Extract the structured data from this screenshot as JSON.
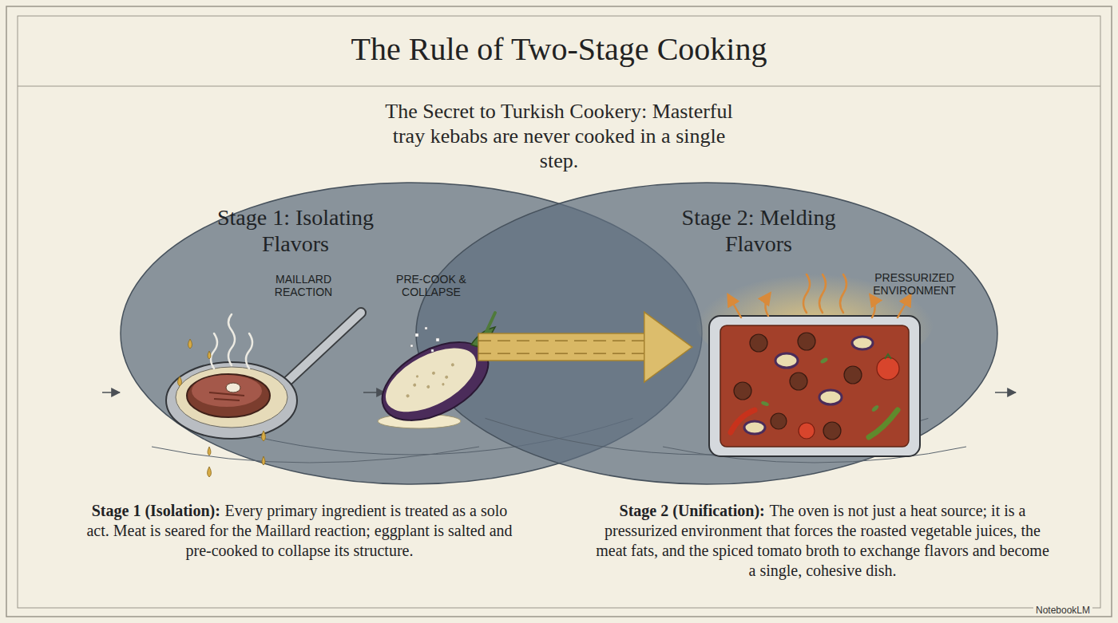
{
  "diagram": {
    "title": "The Rule of Two-Stage Cooking",
    "nodes": [
      {
        "text": [
          "Stage 1: Isolating Flavors"
        ]
      },
      {
        "text": [
          "Stage 2: Melding Flavors"
        ]
      }
    ],
    "edges": [
      {
        "from": 0,
        "to": 1,
        "arrow": "to"
      }
    ],
    "labels": [
      "The Secret to Turkish Cookery: Masterful tray kebabs are never cooked in a single step.",
      "MAILLARD REACTION",
      "PRE-COOK & COLLAPSE",
      "PRESSURIZED ENVIRONMENT",
      "Stage 1 (Isolation):",
      "Every primary ingredient is treated as a solo act. Meat is seared for the Maillard reaction; eggplant is salted and pre-cooked to collapse its structure.",
      "Stage 2 (Unification):",
      "The oven is not just a heat source; it is a pressurized environment that forces the roasted vegetable juices, the meat fats, and the spiced tomato broth to exchange flavors and become a single, cohesive dish.",
      "NotebookLM"
    ]
  }
}
